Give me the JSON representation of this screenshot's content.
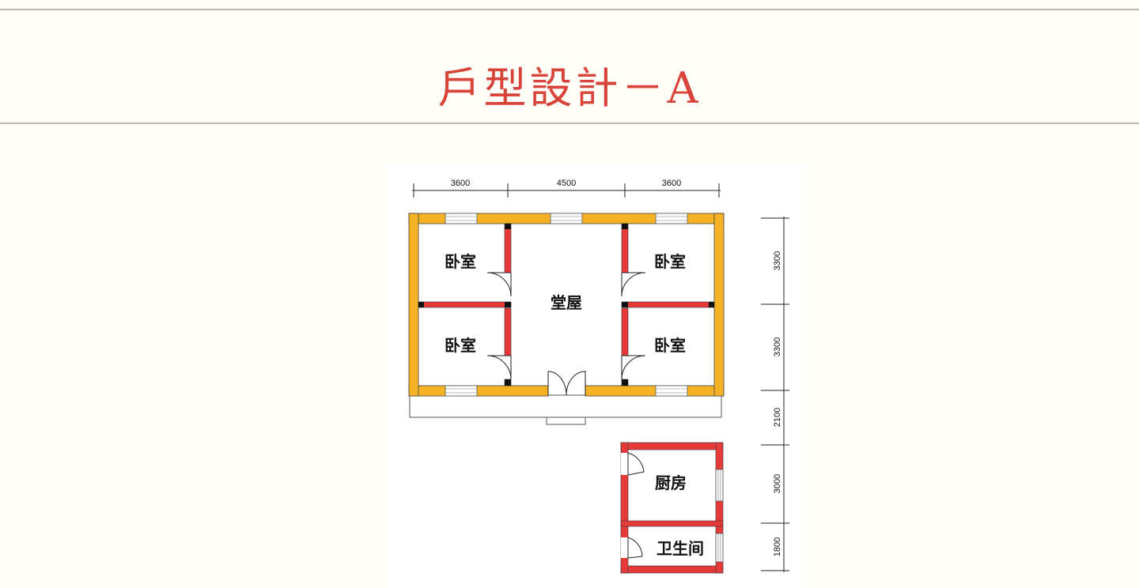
{
  "header": {
    "title": "戶型設計－A"
  },
  "plan": {
    "rooms": {
      "bedroom_top_left": "卧室",
      "bedroom_bottom_left": "卧室",
      "bedroom_top_right": "卧室",
      "bedroom_bottom_right": "卧室",
      "main_hall": "堂屋",
      "kitchen": "厨房",
      "bathroom": "卫生间"
    },
    "dimensions": {
      "top": [
        "3600",
        "4500",
        "3600"
      ],
      "right": [
        "3300",
        "3300",
        "2100",
        "3000",
        "1800"
      ]
    },
    "colors": {
      "exterior_wall": "#f5b324",
      "interior_wall": "#e63a38",
      "column": "#111111",
      "window_frame": "#666666",
      "title": "#d8443a"
    }
  }
}
